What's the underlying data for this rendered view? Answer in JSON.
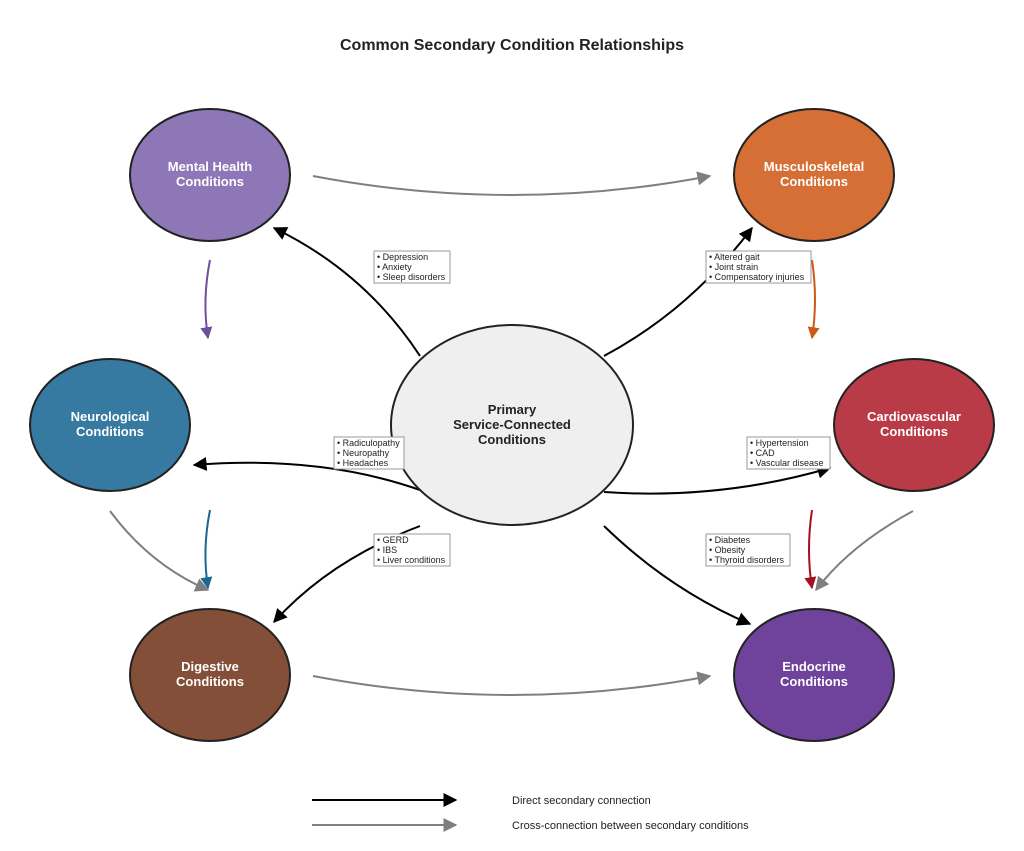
{
  "title": "Common Secondary Condition Relationships",
  "colors": {
    "center": "#efefef",
    "mental": "#8e77b6",
    "musculo": "#d56f35",
    "neuro": "#3679a1",
    "cardio": "#b83b47",
    "digestive": "#834f38",
    "endocrine": "#6f439c",
    "direct_arrow": "#000000",
    "cross_arrow": "#7f7f7f"
  },
  "center": {
    "line1": "Primary",
    "line2": "Service-Connected",
    "line3": "Conditions"
  },
  "nodes": {
    "mental": {
      "line1": "Mental Health",
      "line2": "Conditions"
    },
    "musculo": {
      "line1": "Musculoskeletal",
      "line2": "Conditions"
    },
    "neuro": {
      "line1": "Neurological",
      "line2": "Conditions"
    },
    "cardio": {
      "line1": "Cardiovascular",
      "line2": "Conditions"
    },
    "digestive": {
      "line1": "Digestive",
      "line2": "Conditions"
    },
    "endocrine": {
      "line1": "Endocrine",
      "line2": "Conditions"
    }
  },
  "notes": {
    "mental": [
      "• Depression",
      "• Anxiety",
      "• Sleep disorders"
    ],
    "musculo": [
      "• Altered gait",
      "• Joint strain",
      "• Compensatory injuries"
    ],
    "neuro": [
      "• Radiculopathy",
      "• Neuropathy",
      "• Headaches"
    ],
    "cardio": [
      "• Hypertension",
      "• CAD",
      "• Vascular disease"
    ],
    "digestive": [
      "• GERD",
      "• IBS",
      "• Liver conditions"
    ],
    "endocrine": [
      "• Diabetes",
      "• Obesity",
      "• Thyroid disorders"
    ]
  },
  "legend": {
    "direct": "Direct secondary connection",
    "cross": "Cross-connection between secondary conditions"
  }
}
